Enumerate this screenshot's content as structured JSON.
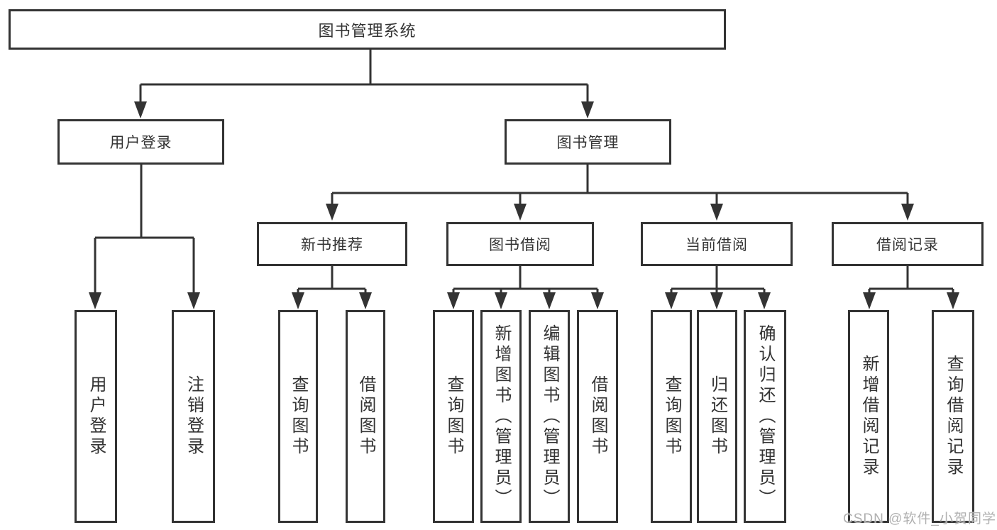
{
  "diagram": {
    "root": {
      "label": "图书管理系统"
    },
    "level2": {
      "user_login": {
        "label": "用户登录",
        "children": [
          "用户登录",
          "注销登录"
        ]
      },
      "book_mgmt": {
        "label": "图书管理"
      }
    },
    "level3": {
      "new_book_rec": {
        "label": "新书推荐",
        "children": [
          "查询图书",
          "借阅图书"
        ]
      },
      "book_borrow": {
        "label": "图书借阅",
        "children": [
          "查询图书",
          "新增图书（管理员）",
          "编辑图书（管理员）",
          "借阅图书"
        ]
      },
      "current_borrow": {
        "label": "当前借阅",
        "children": [
          "查询图书",
          "归还图书",
          "确认归还（管理员）"
        ]
      },
      "borrow_record": {
        "label": "借阅记录",
        "children": [
          "新增借阅记录",
          "查询借阅记录"
        ]
      }
    },
    "colors": {
      "line": "#333333",
      "box_border": "#333333",
      "box_fill": "#ffffff",
      "text": "#333333",
      "background": "#ffffff",
      "watermark": "#b0b0b0"
    }
  },
  "watermark": {
    "text": "CSDN @软件_小贺同学"
  }
}
